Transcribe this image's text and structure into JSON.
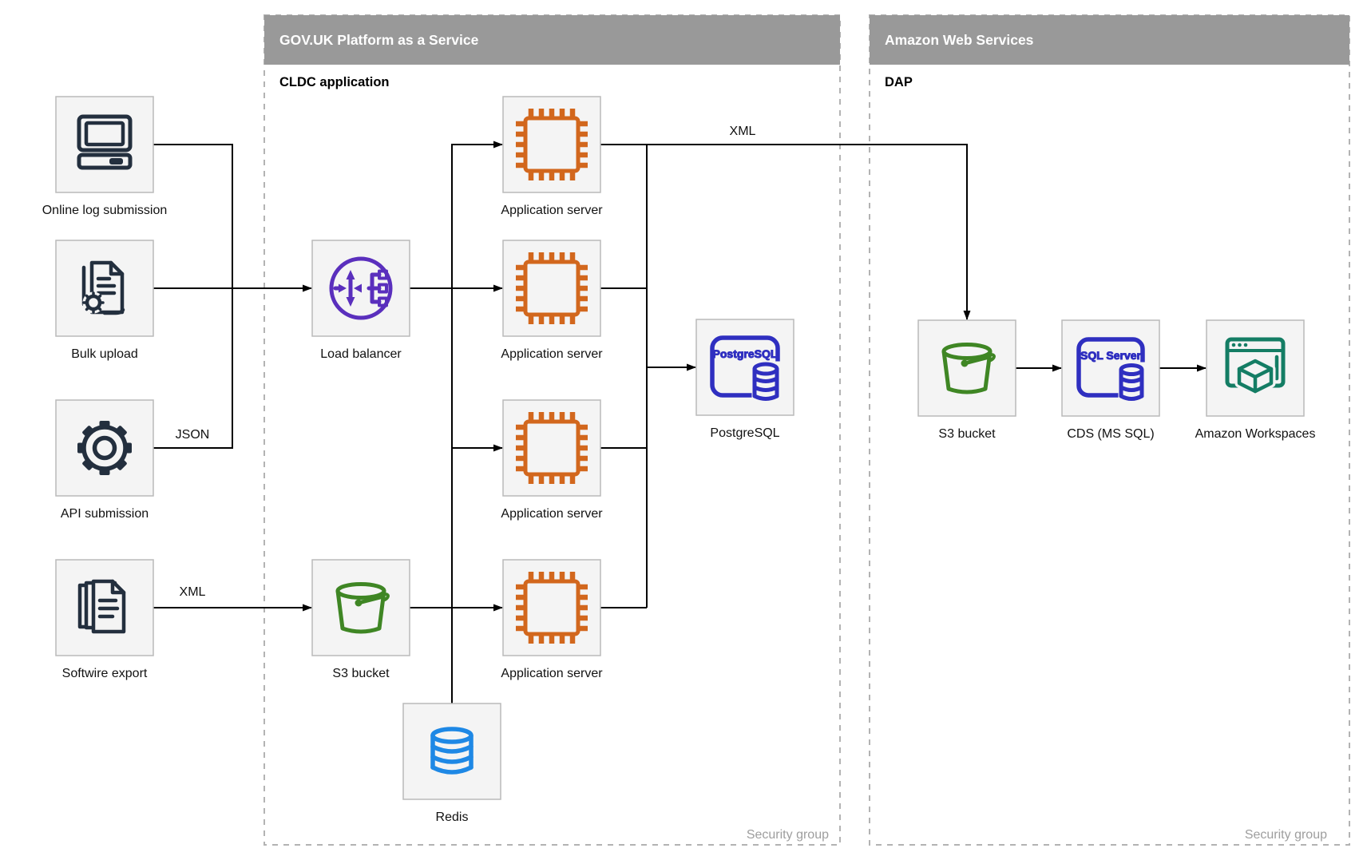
{
  "diagram": {
    "paas": {
      "title": "GOV.UK Platform as a Service",
      "sublabel": "CLDC application",
      "footer": "Security group"
    },
    "aws": {
      "title": "Amazon Web Services",
      "sublabel": "DAP",
      "footer": "Security group"
    },
    "nodes": {
      "online_log": {
        "label": "Online log submission",
        "icon": "desktop-computer-icon"
      },
      "bulk_upload": {
        "label": "Bulk upload",
        "icon": "document-gear-icon"
      },
      "api_submission": {
        "label": "API submission",
        "icon": "gear-icon"
      },
      "softwire_export": {
        "label": "Softwire export",
        "icon": "stacked-documents-icon"
      },
      "load_balancer": {
        "label": "Load balancer",
        "icon": "load-balancer-icon"
      },
      "app_server": {
        "label": "Application server",
        "icon": "chip-icon"
      },
      "s3_paas": {
        "label": "S3 bucket",
        "icon": "bucket-icon"
      },
      "redis": {
        "label": "Redis",
        "icon": "database-cylinder-icon"
      },
      "postgresql": {
        "label": "PostgreSQL",
        "icon_text": "PostgreSQL",
        "icon": "postgresql-database-icon"
      },
      "s3_aws": {
        "label": "S3 bucket",
        "icon": "bucket-icon"
      },
      "cds": {
        "label": "CDS (MS SQL)",
        "icon_text": "SQL Server",
        "icon": "sql-server-database-icon"
      },
      "workspaces": {
        "label": "Amazon Workspaces",
        "icon": "workspaces-icon"
      }
    },
    "edge_labels": {
      "json": "JSON",
      "xml_export": "XML",
      "xml_to_aws": "XML"
    },
    "colors": {
      "header_bg": "#999999",
      "header_text": "#ffffff",
      "container_border": "#b3b3b3",
      "box_bg": "#f4f4f4",
      "box_border": "#bababa",
      "edge": "#000000",
      "dark_icon": "#232f3e",
      "orange_icon": "#d2671d",
      "purple_icon": "#5a2fbd",
      "green_icon": "#3f8624",
      "blue_db_icon": "#2f2fc0",
      "redis_icon": "#1e88e5",
      "teal_icon": "#147d64",
      "muted_text": "#9e9e9e"
    }
  }
}
